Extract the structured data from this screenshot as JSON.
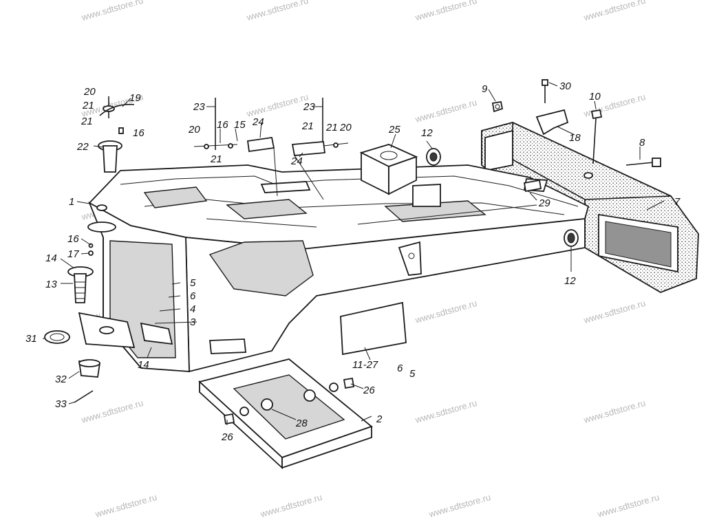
{
  "watermark": "www.sdtstore.ru",
  "callouts": [
    {
      "id": "c1",
      "text": "1"
    },
    {
      "id": "c2",
      "text": "2"
    },
    {
      "id": "c3",
      "text": "3"
    },
    {
      "id": "c4",
      "text": "4"
    },
    {
      "id": "c5a",
      "text": "5"
    },
    {
      "id": "c5b",
      "text": "5"
    },
    {
      "id": "c6a",
      "text": "6"
    },
    {
      "id": "c6b",
      "text": "6"
    },
    {
      "id": "c7",
      "text": "7"
    },
    {
      "id": "c8",
      "text": "8"
    },
    {
      "id": "c9",
      "text": "9"
    },
    {
      "id": "c10",
      "text": "10"
    },
    {
      "id": "c11",
      "text": "11-27"
    },
    {
      "id": "c12a",
      "text": "12"
    },
    {
      "id": "c12b",
      "text": "12"
    },
    {
      "id": "c13",
      "text": "13"
    },
    {
      "id": "c14a",
      "text": "14"
    },
    {
      "id": "c14b",
      "text": "14"
    },
    {
      "id": "c15",
      "text": "15"
    },
    {
      "id": "c16a",
      "text": "16"
    },
    {
      "id": "c16b",
      "text": "16"
    },
    {
      "id": "c16c",
      "text": "16"
    },
    {
      "id": "c17",
      "text": "17"
    },
    {
      "id": "c18",
      "text": "18"
    },
    {
      "id": "c19",
      "text": "19"
    },
    {
      "id": "c20a",
      "text": "20"
    },
    {
      "id": "c20b",
      "text": "20"
    },
    {
      "id": "c20c",
      "text": "20"
    },
    {
      "id": "c21a",
      "text": "21"
    },
    {
      "id": "c21b",
      "text": "21"
    },
    {
      "id": "c21c",
      "text": "21"
    },
    {
      "id": "c21d",
      "text": "21"
    },
    {
      "id": "c21e",
      "text": "21"
    },
    {
      "id": "c22",
      "text": "22"
    },
    {
      "id": "c23a",
      "text": "23"
    },
    {
      "id": "c23b",
      "text": "23"
    },
    {
      "id": "c24a",
      "text": "24"
    },
    {
      "id": "c24b",
      "text": "24"
    },
    {
      "id": "c25",
      "text": "25"
    },
    {
      "id": "c26a",
      "text": "26"
    },
    {
      "id": "c26b",
      "text": "26"
    },
    {
      "id": "c28",
      "text": "28"
    },
    {
      "id": "c29",
      "text": "29"
    },
    {
      "id": "c30",
      "text": "30"
    },
    {
      "id": "c31",
      "text": "31"
    },
    {
      "id": "c32",
      "text": "32"
    },
    {
      "id": "c33",
      "text": "33"
    }
  ]
}
